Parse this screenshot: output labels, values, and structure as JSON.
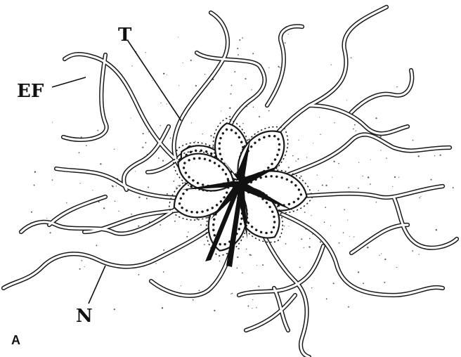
{
  "figure": {
    "panel_letter": "A",
    "labels": {
      "t": "T",
      "ef": "EF",
      "n": "N"
    }
  }
}
